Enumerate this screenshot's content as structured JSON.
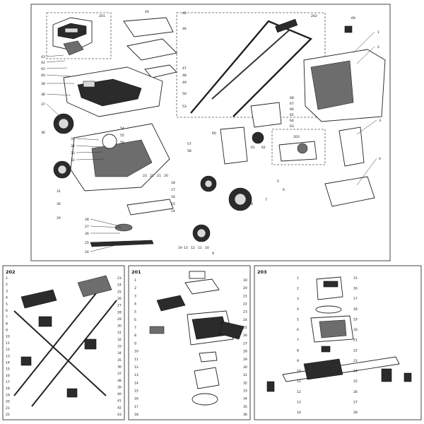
{
  "diagram": {
    "panel_titles": {
      "main_202": "202",
      "main_201": "201",
      "main_203": "203",
      "p202": "202",
      "p201": "201",
      "p203": "203"
    },
    "callouts_main": {
      "n69": "69",
      "n1": "1",
      "n2": "2",
      "n3": "3",
      "n4": "4",
      "n43": "43",
      "n42": "42",
      "n41": "41",
      "n40": "40",
      "n39": "39",
      "n38": "38",
      "n37": "37",
      "n36": "36",
      "n35": "35",
      "n34": "34",
      "n33": "33",
      "n32": "32",
      "n31": "31",
      "n30": "30",
      "n29": "29",
      "n28": "28",
      "n27": "27",
      "n26": "26",
      "n25": "25",
      "n24": "24",
      "n44": "44",
      "n45": "45",
      "n46": "46",
      "n47": "47",
      "n48": "48",
      "n49": "49",
      "n50": "50",
      "n53": "53",
      "n54": "54",
      "n55": "55",
      "n56": "56",
      "n57": "57",
      "n58": "58",
      "n60": "60",
      "n61": "61",
      "n62": "62",
      "n63": "63",
      "n64": "64",
      "n65": "65",
      "n66": "66",
      "n67": "67",
      "n68": "68",
      "n5": "5",
      "n6": "6",
      "n7": "7",
      "n8": "8",
      "n9": "9",
      "n10": "10",
      "n11": "11",
      "n12": "12",
      "n13": "13",
      "n14": "14",
      "n15": "15",
      "n16": "16",
      "n17": "17",
      "n18": "18",
      "n19": "19",
      "n20": "20",
      "n21": "21",
      "n22": "22",
      "n23": "23"
    },
    "callouts_202": [
      "1",
      "2",
      "3",
      "4",
      "5",
      "6",
      "7",
      "8",
      "9",
      "10",
      "11",
      "12",
      "13",
      "14",
      "15",
      "16",
      "17",
      "18",
      "19",
      "20",
      "21",
      "22",
      "23",
      "24",
      "25",
      "26",
      "27",
      "28",
      "29",
      "30",
      "31",
      "32",
      "33",
      "34",
      "35",
      "36",
      "37",
      "38",
      "39",
      "40",
      "41",
      "42",
      "43"
    ],
    "callouts_201": [
      "1",
      "2",
      "3",
      "4",
      "5",
      "6",
      "7",
      "8",
      "9",
      "10",
      "11",
      "12",
      "13",
      "14",
      "15",
      "16",
      "17",
      "18",
      "19",
      "20",
      "21",
      "22",
      "23",
      "24",
      "25",
      "26",
      "27",
      "28",
      "29",
      "30",
      "31",
      "32",
      "33",
      "34",
      "35",
      "36"
    ],
    "callouts_203": [
      "1",
      "2",
      "3",
      "4",
      "5",
      "6",
      "7",
      "8",
      "9",
      "10",
      "11",
      "12",
      "13",
      "14",
      "15",
      "16",
      "17",
      "18",
      "19",
      "20",
      "21",
      "22",
      "23",
      "24",
      "25",
      "26",
      "27",
      "28"
    ]
  }
}
